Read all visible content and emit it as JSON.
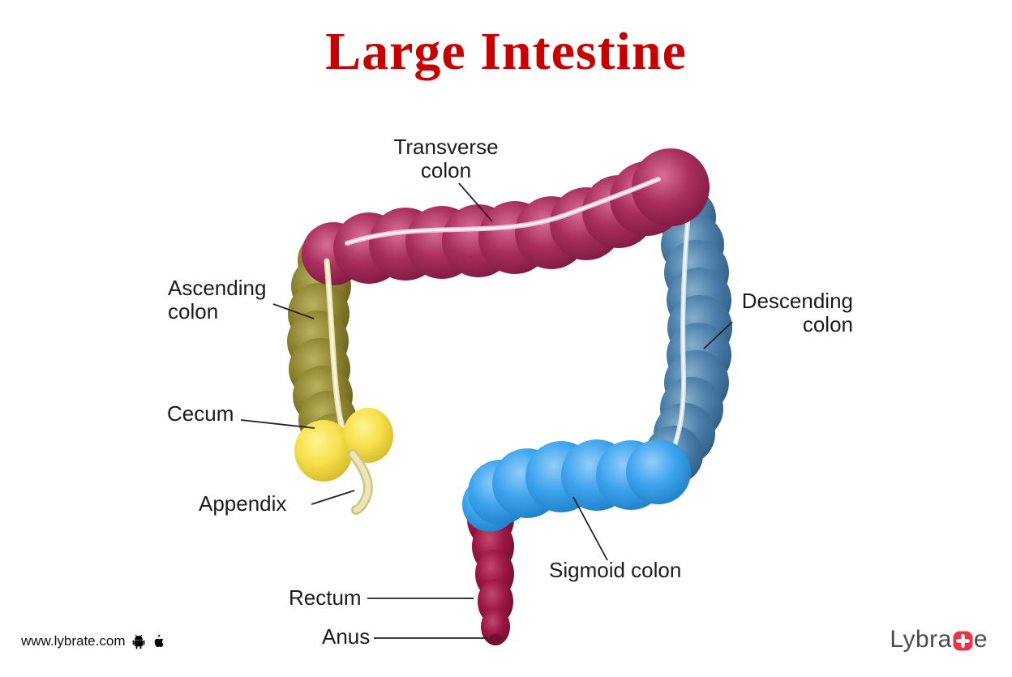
{
  "title": "Large Intestine",
  "diagram": {
    "name": "Large intestine anatomy diagram",
    "labels": {
      "transverse_colon": "Transverse\ncolon",
      "ascending_colon": "Ascending\ncolon",
      "descending_colon": "Descending\ncolon",
      "cecum": "Cecum",
      "appendix": "Appendix",
      "sigmoid_colon": "Sigmoid colon",
      "rectum": "Rectum",
      "anus": "Anus"
    },
    "colors": {
      "title_red": "#c80001",
      "label_text": "#1b1b1b",
      "leader_line": "#222222",
      "parts": {
        "transverse_colon": "#a82e5d",
        "ascending_colon": "#8d852f",
        "descending_colon": "#4b7ea9",
        "sigmoid_colon": "#3ea3ef",
        "cecum": "#f7e14b",
        "appendix": "#e9e1ae",
        "rectum": "#9c1644"
      }
    }
  },
  "footer": {
    "website": "www.lybrate.com",
    "brand": {
      "pre": "Lybra",
      "post": "e",
      "cross_color": "#e8354a"
    },
    "platform_icons": [
      "android-icon",
      "apple-icon"
    ]
  }
}
